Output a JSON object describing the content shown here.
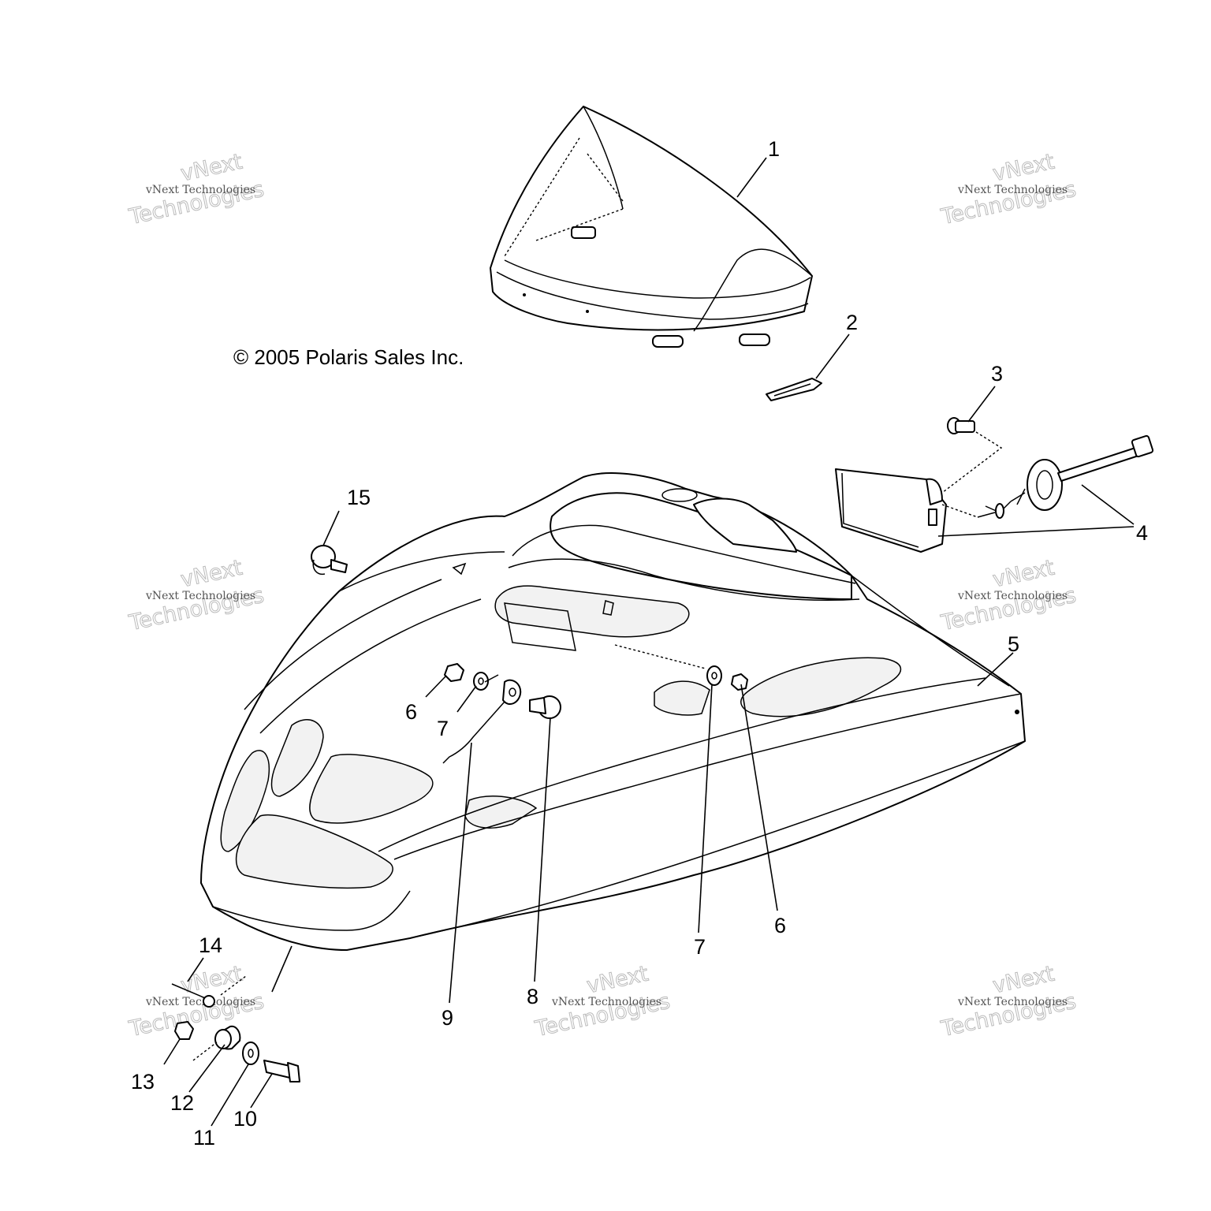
{
  "copyright": "© 2005 Polaris Sales Inc.",
  "watermark": {
    "line1": "vNext Technologies",
    "line2": "vNext",
    "line3": "Technologies"
  },
  "callouts": [
    "1",
    "2",
    "3",
    "4",
    "5",
    "6",
    "7",
    "7",
    "6",
    "8",
    "9",
    "14",
    "13",
    "12",
    "11",
    "10",
    "15"
  ]
}
